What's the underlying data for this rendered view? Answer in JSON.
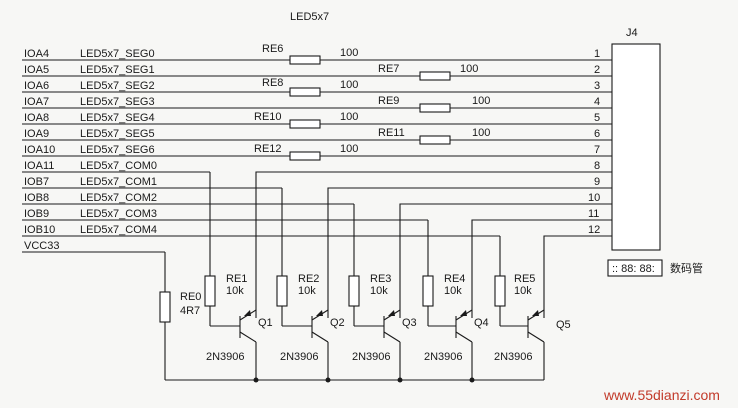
{
  "title": "LED5x7",
  "connector": {
    "ref": "J4",
    "pins": [
      "1",
      "2",
      "3",
      "4",
      "5",
      "6",
      "7",
      "8",
      "9",
      "10",
      "11",
      "12"
    ]
  },
  "display": {
    "digits": ":: 88: 88:",
    "label": "数码管"
  },
  "signal_rows": [
    {
      "io": "IOA4",
      "net": "LED5x7_SEG0"
    },
    {
      "io": "IOA5",
      "net": "LED5x7_SEG1"
    },
    {
      "io": "IOA6",
      "net": "LED5x7_SEG2"
    },
    {
      "io": "IOA7",
      "net": "LED5x7_SEG3"
    },
    {
      "io": "IOA8",
      "net": "LED5x7_SEG4"
    },
    {
      "io": "IOA9",
      "net": "LED5x7_SEG5"
    },
    {
      "io": "IOA10",
      "net": "LED5x7_SEG6"
    },
    {
      "io": "IOA11",
      "net": "LED5x7_COM0"
    },
    {
      "io": "IOB7",
      "net": "LED5x7_COM1"
    },
    {
      "io": "IOB8",
      "net": "LED5x7_COM2"
    },
    {
      "io": "IOB9",
      "net": "LED5x7_COM3"
    },
    {
      "io": "IOB10",
      "net": "LED5x7_COM4"
    },
    {
      "io": "VCC33",
      "net": ""
    }
  ],
  "series_resistors": [
    {
      "ref": "RE6",
      "value": "100"
    },
    {
      "ref": "RE7",
      "value": "100"
    },
    {
      "ref": "RE8",
      "value": "100"
    },
    {
      "ref": "RE9",
      "value": "100"
    },
    {
      "ref": "RE10",
      "value": "100"
    },
    {
      "ref": "RE11",
      "value": "100"
    },
    {
      "ref": "RE12",
      "value": "100"
    }
  ],
  "base_resistors": [
    {
      "ref": "RE1",
      "value": "10k"
    },
    {
      "ref": "RE2",
      "value": "10k"
    },
    {
      "ref": "RE3",
      "value": "10k"
    },
    {
      "ref": "RE4",
      "value": "10k"
    },
    {
      "ref": "RE5",
      "value": "10k"
    }
  ],
  "supply_resistor": {
    "ref": "RE0",
    "value": "4R7"
  },
  "transistors": [
    {
      "ref": "Q1",
      "part": "2N3906"
    },
    {
      "ref": "Q2",
      "part": "2N3906"
    },
    {
      "ref": "Q3",
      "part": "2N3906"
    },
    {
      "ref": "Q4",
      "part": "2N3906"
    },
    {
      "ref": "Q5",
      "part": "2N3906"
    }
  ],
  "watermark": "www.55dianzi.com"
}
